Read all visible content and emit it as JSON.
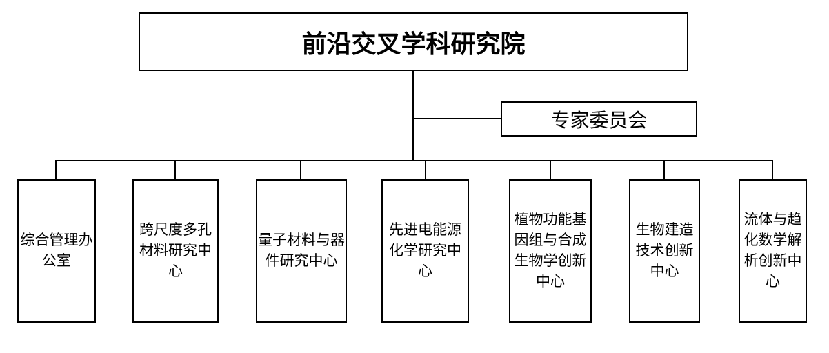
{
  "org_chart": {
    "root": {
      "label": "前沿交叉学科研究院"
    },
    "committee": {
      "label": "专家委员会"
    },
    "departments": [
      {
        "label": "综合管理办\n公室"
      },
      {
        "label": "跨尺度多孔\n材料研究中\n心"
      },
      {
        "label": "量子材料与器\n件研究中心"
      },
      {
        "label": "先进电能源\n化学研究中\n心"
      },
      {
        "label": "植物功能基\n因组与合成\n生物学创新\n中心"
      },
      {
        "label": "生物建造\n技术创新\n中心"
      },
      {
        "label": "流体与趋\n化数学解\n析创新中\n心"
      }
    ],
    "colors": {
      "background": "#ffffff",
      "box_fill": "#ffffff",
      "box_border": "#000000",
      "connector_line": "#000000",
      "text": "#000000"
    }
  }
}
